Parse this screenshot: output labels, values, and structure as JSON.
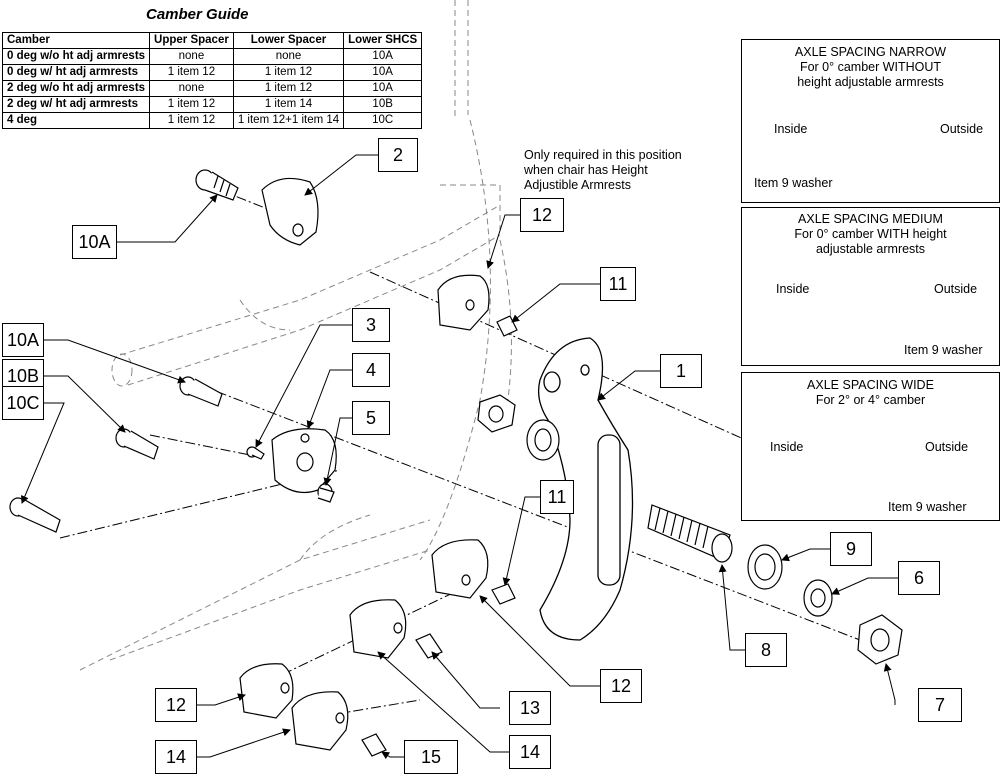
{
  "camber_guide": {
    "title": "Camber Guide",
    "headers": [
      "Camber",
      "Upper Spacer",
      "Lower Spacer",
      "Lower SHCS"
    ],
    "rows": [
      [
        "0 deg w/o ht adj armrests",
        "none",
        "none",
        "10A"
      ],
      [
        "0 deg w/ ht adj armrests",
        "1 item 12",
        "1 item 12",
        "10A"
      ],
      [
        "2 deg w/o ht adj armrests",
        "none",
        "1 item 12",
        "10A"
      ],
      [
        "2 deg w/ ht adj armrests",
        "1 item 12",
        "1 item 14",
        "10B"
      ],
      [
        "4 deg",
        "1 item 12",
        "1 item 12+1 item 14",
        "10C"
      ]
    ]
  },
  "note": {
    "line1": "Only required in this position",
    "line2": "when chair has Height",
    "line3": "Adjustible Armrests"
  },
  "callouts": {
    "c2": "2",
    "c10a_top": "10A",
    "c12_top": "12",
    "c11_top": "11",
    "c10a": "10A",
    "c10b": "10B",
    "c10c": "10C",
    "c3": "3",
    "c4": "4",
    "c5": "5",
    "c1": "1",
    "c11_mid": "11",
    "c9": "9",
    "c6": "6",
    "c8": "8",
    "c12_right": "12",
    "c7": "7",
    "c12_bottom": "12",
    "c13": "13",
    "c14_left": "14",
    "c14_right": "14",
    "c15": "15"
  },
  "panels": {
    "narrow": {
      "title1": "AXLE SPACING NARROW",
      "title2": "For 0° camber WITHOUT",
      "title3": "height adjustable armrests",
      "inside": "Inside",
      "outside": "Outside",
      "washer": "Item 9 washer"
    },
    "medium": {
      "title1": "AXLE SPACING MEDIUM",
      "title2": "For 0° camber WITH height",
      "title3": "adjustable armrests",
      "inside": "Inside",
      "outside": "Outside",
      "washer": "Item 9 washer"
    },
    "wide": {
      "title1": "AXLE SPACING WIDE",
      "title2": "For 2° or 4° camber",
      "inside": "Inside",
      "outside": "Outside",
      "washer": "Item 9 washer"
    }
  }
}
